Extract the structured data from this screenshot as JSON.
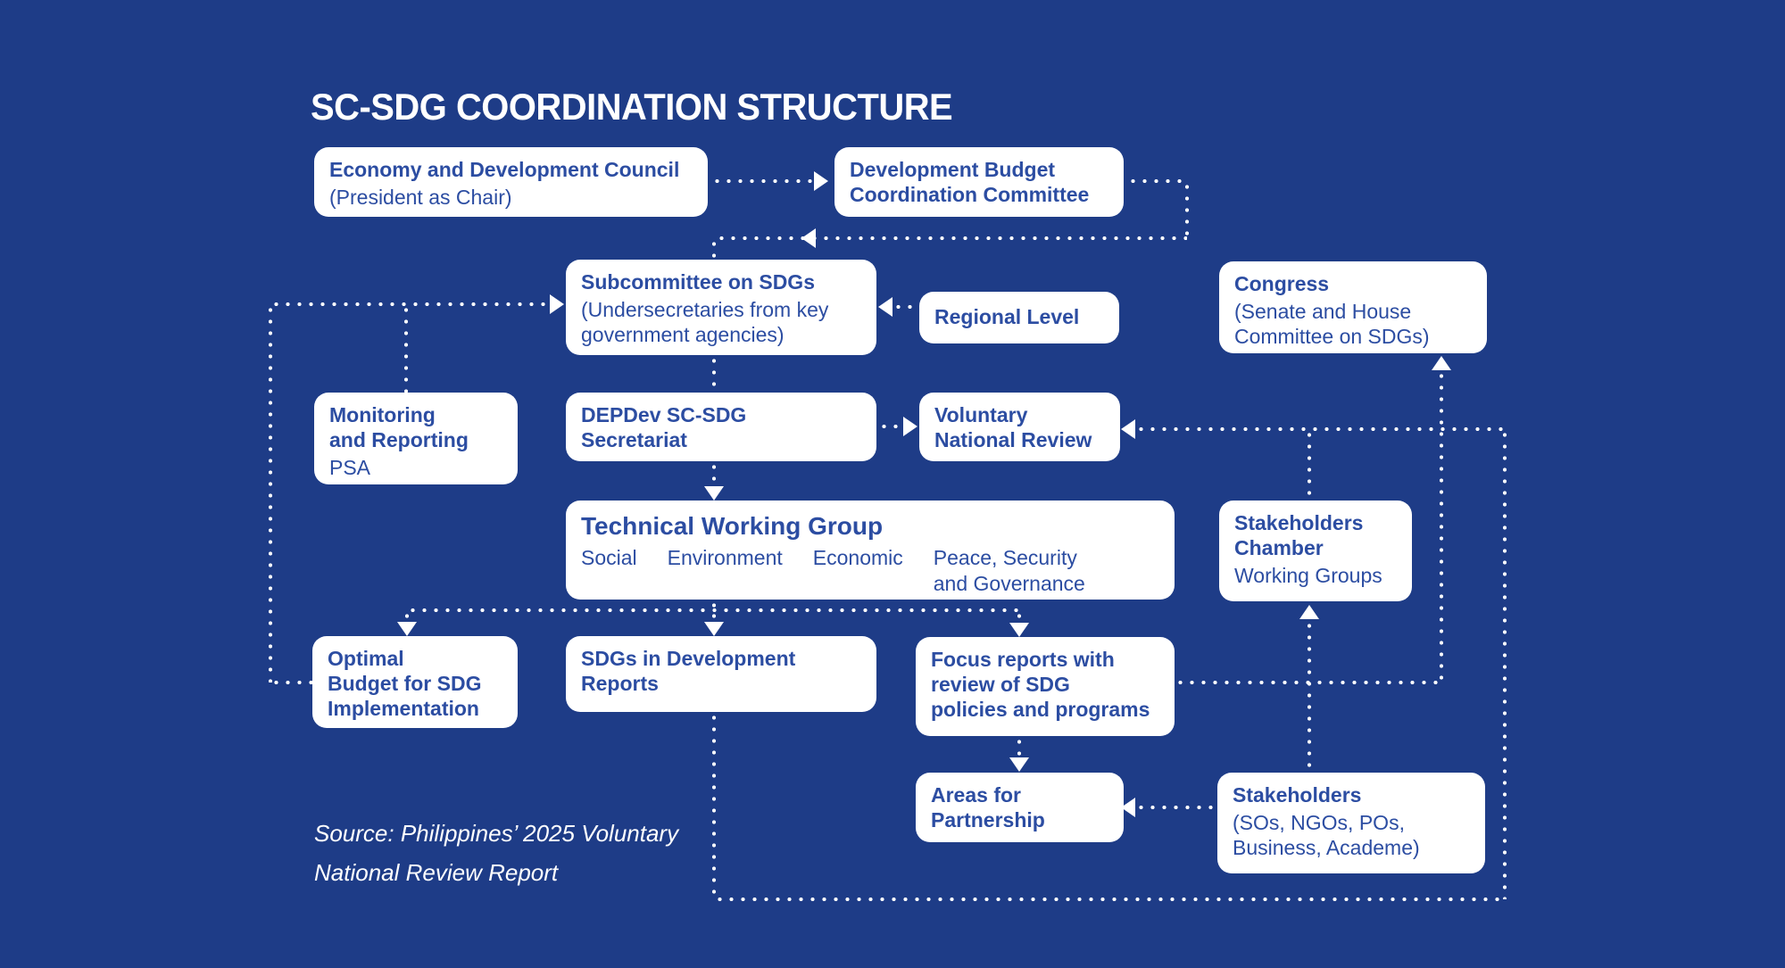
{
  "title": "SC-SDG COORDINATION STRUCTURE",
  "colors": {
    "background": "#1e3c87",
    "box_fill": "#ffffff",
    "box_text": "#2c4da2",
    "line": "#ffffff"
  },
  "source": "Source: Philippines’ 2025 Voluntary\nNational Review Report",
  "boxes": {
    "economy": {
      "title": "Economy and Development Council",
      "subtitle": "(President as Chair)"
    },
    "dbcc": {
      "title": "Development Budget\nCoordination Committee"
    },
    "subcommittee": {
      "title": "Subcommittee on SDGs",
      "subtitle": "(Undersecretaries from key\ngovernment agencies)"
    },
    "regional": {
      "title": "Regional Level"
    },
    "congress": {
      "title": "Congress",
      "subtitle": "(Senate and House\nCommittee on SDGs)"
    },
    "monitoring": {
      "title": "Monitoring\nand Reporting",
      "subtitle": "PSA"
    },
    "depdev": {
      "title": "DEPDev SC-SDG\nSecretariat"
    },
    "vnr": {
      "title": "Voluntary\nNational Review"
    },
    "twg": {
      "title": "Technical Working Group",
      "items": [
        "Social",
        "Environment",
        "Economic",
        "Peace, Security\nand Governance"
      ]
    },
    "chamber": {
      "title": "Stakeholders\nChamber",
      "subtitle": "Working Groups"
    },
    "optimal": {
      "title": "Optimal\nBudget for SDG\nImplementation"
    },
    "sdg_reports": {
      "title": "SDGs in Development\nReports"
    },
    "focus": {
      "title": "Focus reports with\nreview of SDG\npolicies and programs"
    },
    "areas": {
      "title": "Areas for\nPartnership"
    },
    "stakeholders": {
      "title": "Stakeholders",
      "subtitle": "(SOs, NGOs, POs,\nBusiness, Academe)"
    }
  }
}
